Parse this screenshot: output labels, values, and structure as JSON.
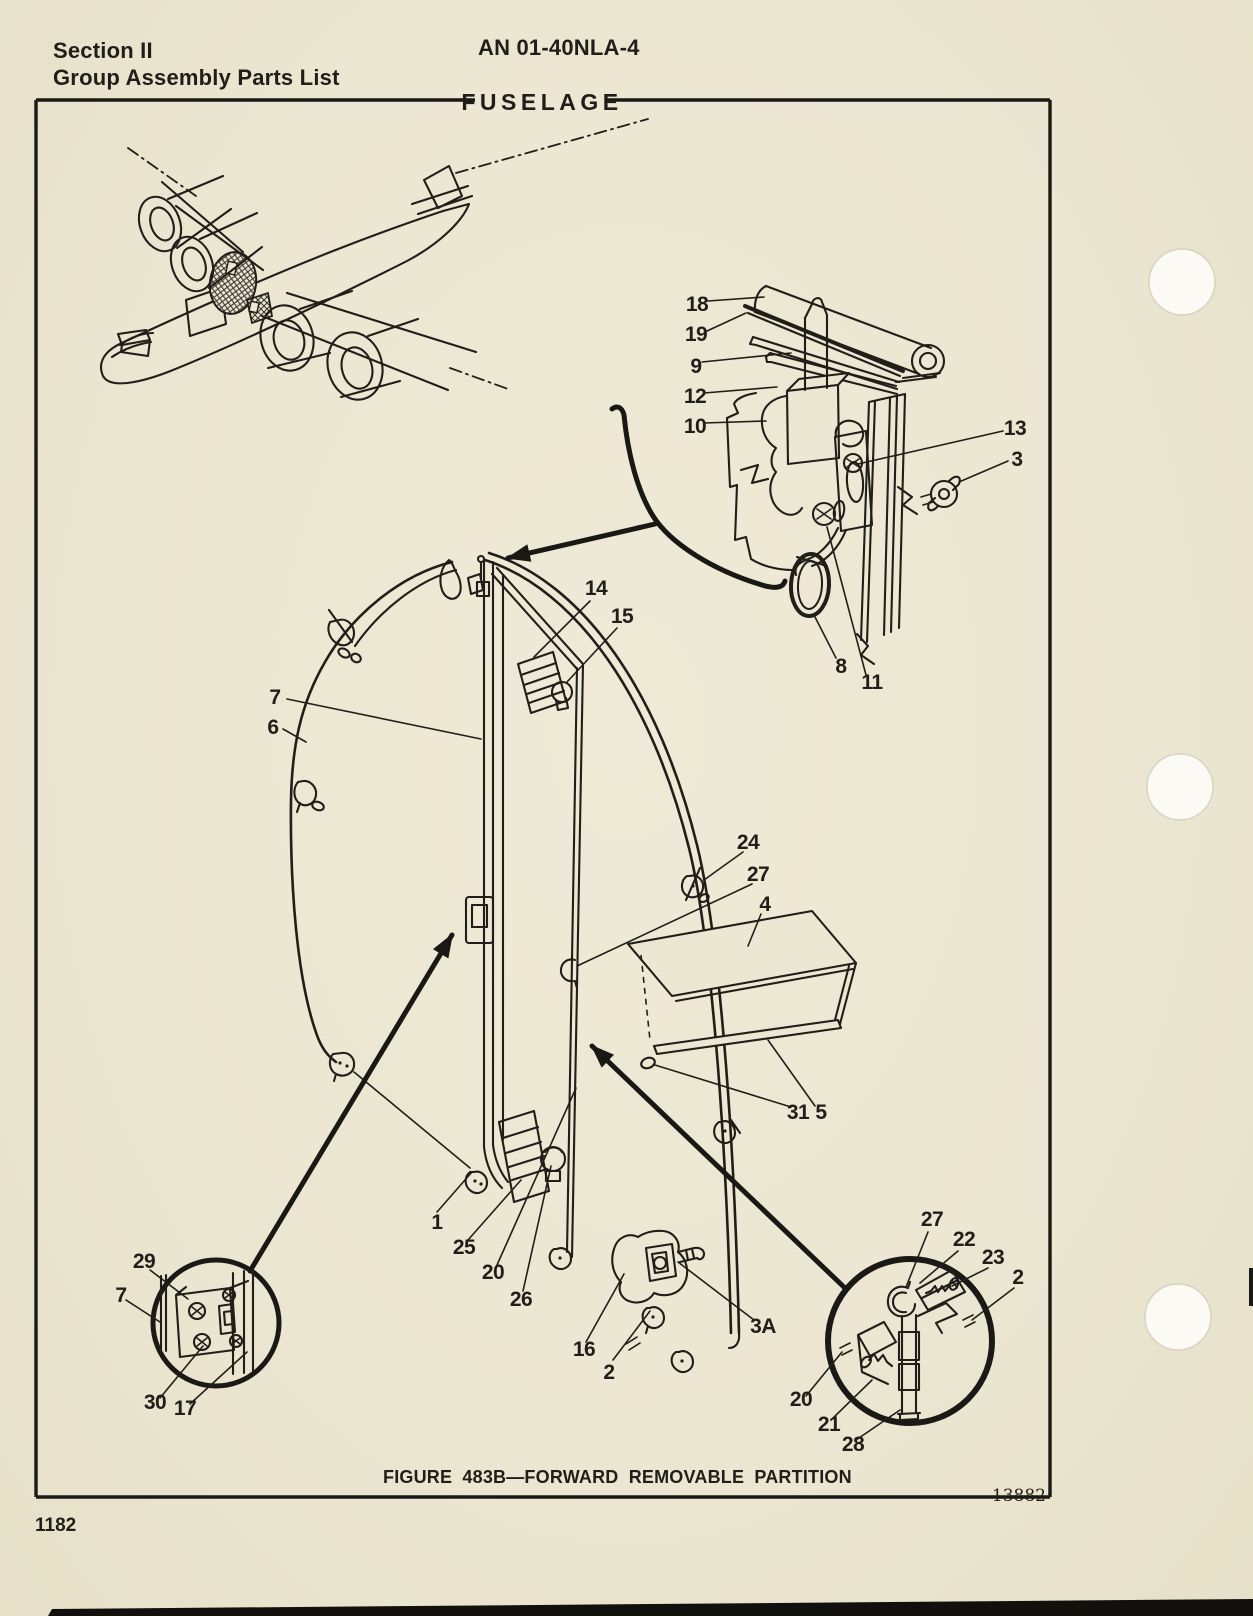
{
  "page": {
    "header": {
      "section_line1": "Section II",
      "section_line2": "Group Assembly Parts List",
      "doc_number": "AN 01-40NLA-4"
    },
    "figure": {
      "box_title": "FUSELAGE",
      "caption": "FIGURE 483B—FORWARD REMOVABLE PARTITION",
      "print_code": "13882",
      "callouts": {
        "detail_top_right": [
          "18",
          "19",
          "9",
          "12",
          "10",
          "13",
          "3",
          "8",
          "11"
        ],
        "main_view": [
          "14",
          "15",
          "7",
          "6",
          "24",
          "27",
          "4",
          "31",
          "5",
          "1",
          "25",
          "20",
          "26",
          "16",
          "2",
          "3A"
        ],
        "detail_bottom_left": [
          "29",
          "7",
          "30",
          "17"
        ],
        "detail_bottom_right": [
          "27",
          "22",
          "23",
          "2",
          "20",
          "21",
          "28"
        ]
      }
    },
    "footer": {
      "page_number": "1182"
    },
    "colors": {
      "paper": "#ece7d3",
      "ink": "#211e19",
      "punch_hole": "#fbfaf5"
    }
  }
}
